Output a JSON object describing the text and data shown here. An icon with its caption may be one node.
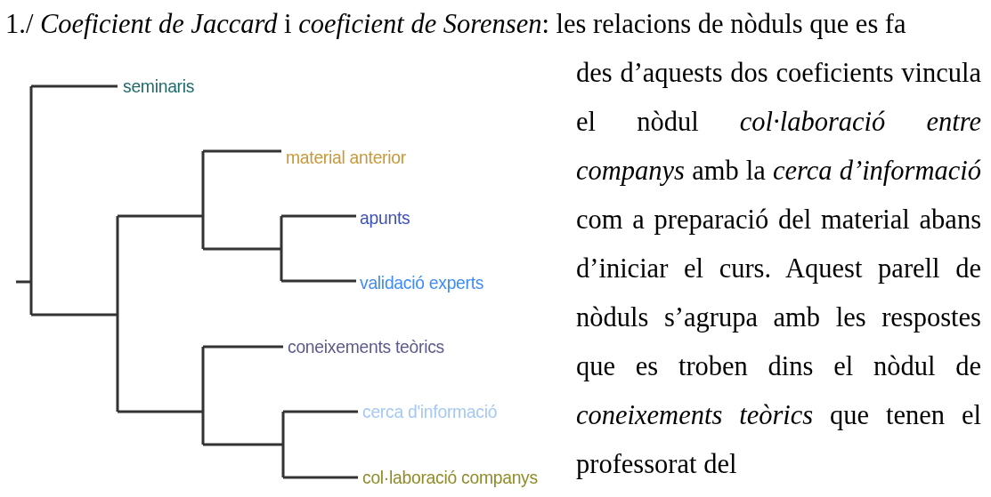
{
  "diagram": {
    "nodes": [
      {
        "text": [
          "seminaris"
        ]
      },
      {
        "text": [
          "material anterior"
        ]
      },
      {
        "text": [
          "apunts"
        ]
      },
      {
        "text": [
          "validació experts"
        ]
      },
      {
        "text": [
          "coneixements teòrics"
        ]
      },
      {
        "text": [
          "cerca d'informació"
        ]
      },
      {
        "text": [
          "col·laboració companys"
        ]
      }
    ],
    "edges": [],
    "labels": [
      "1./ *Coeficient de Jaccard* i *coeficient de Sorensen*: les relacions de nòduls que es fa",
      "des d’aquests dos coeficients vincula el nòdul *col·laboració entre companys* amb la *cerca d’informació* com a preparació del material abans d’iniciar el curs. Aquest parell de nòduls s’agrupa amb les respostes que es troben dins el nòdul de *coneixements teòrics* que tenen el professorat del"
    ]
  }
}
